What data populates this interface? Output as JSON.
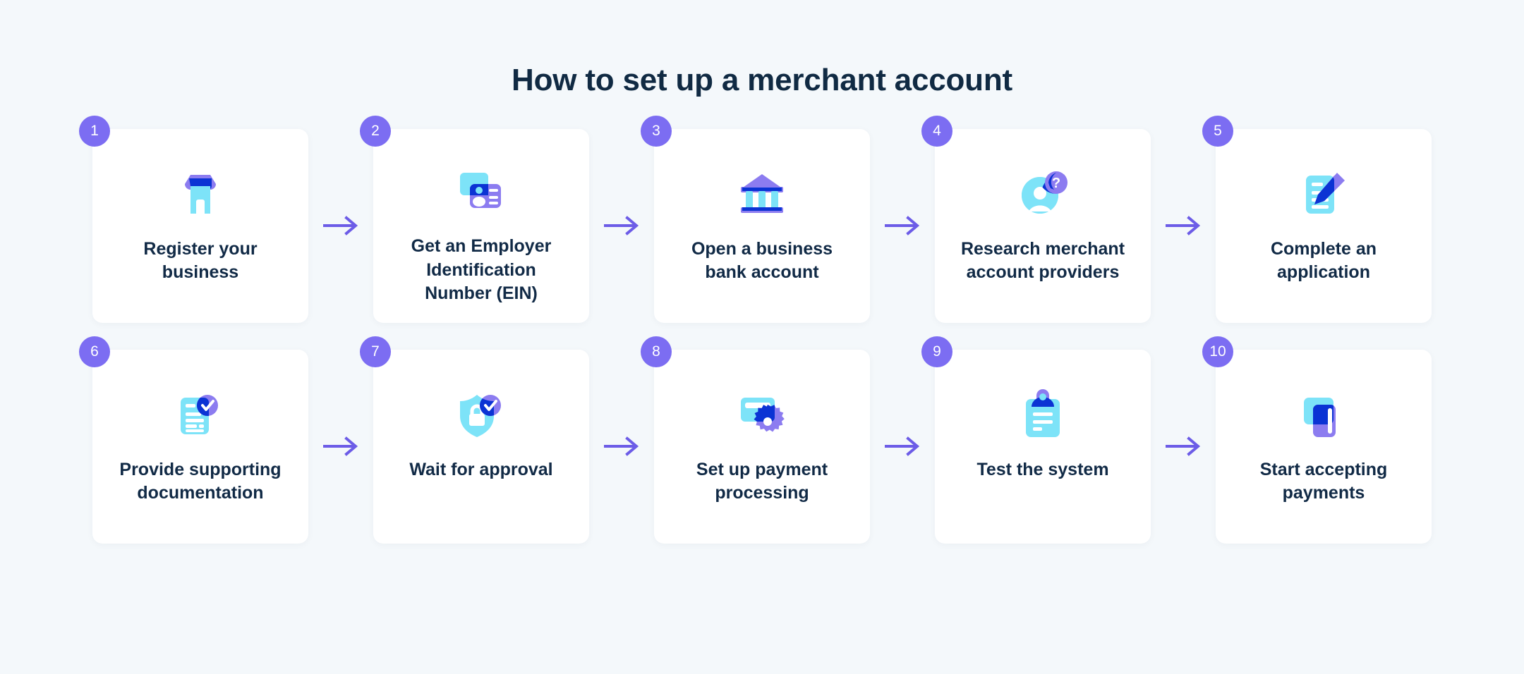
{
  "title": "How to set up a merchant account",
  "colors": {
    "background": "#f4f8fb",
    "card": "#ffffff",
    "badge": "#7c6df2",
    "arrow": "#6c5ce7",
    "text": "#112a46",
    "icon_cyan": "#7de3f8",
    "icon_purple": "#8c7cf0",
    "icon_blue": "#0b3fdd",
    "icon_white": "#ffffff"
  },
  "arrow_glyph": "→",
  "rows": [
    {
      "steps": [
        {
          "number": "1",
          "label": "Register your\nbusiness",
          "icon": "storefront-icon"
        },
        {
          "number": "2",
          "label": "Get an Employer\nIdentification\nNumber (EIN)",
          "icon": "id-card-icon"
        },
        {
          "number": "3",
          "label": "Open a business\nbank account",
          "icon": "bank-icon"
        },
        {
          "number": "4",
          "label": "Research merchant\naccount providers",
          "icon": "person-question-icon"
        },
        {
          "number": "5",
          "label": "Complete an\napplication",
          "icon": "document-pen-icon"
        }
      ]
    },
    {
      "steps": [
        {
          "number": "6",
          "label": "Provide supporting\ndocumentation",
          "icon": "document-check-icon"
        },
        {
          "number": "7",
          "label": "Wait for approval",
          "icon": "shield-lock-check-icon"
        },
        {
          "number": "8",
          "label": "Set up payment\nprocessing",
          "icon": "card-gear-icon"
        },
        {
          "number": "9",
          "label": "Test the system",
          "icon": "clipboard-icon"
        },
        {
          "number": "10",
          "label": "Start accepting\npayments",
          "icon": "two-cards-icon"
        }
      ]
    }
  ]
}
